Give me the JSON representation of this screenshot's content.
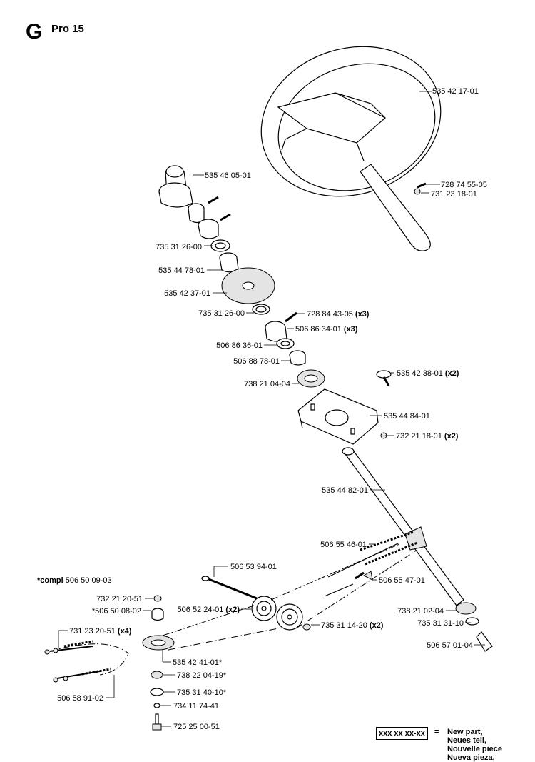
{
  "header": {
    "letter": "G",
    "model": "Pro 15"
  },
  "compl": {
    "prefix": "*compl",
    "number": "506 50 09-03"
  },
  "labels": [
    {
      "id": "steering-wheel",
      "number": "535 42 17-01",
      "qty": ""
    },
    {
      "id": "cap-nut-top",
      "number": "535 46 05-01",
      "qty": ""
    },
    {
      "id": "bolt-wheel",
      "number": "728 74 55-05",
      "qty": ""
    },
    {
      "id": "nut-wheel",
      "number": "731 23 18-01",
      "qty": ""
    },
    {
      "id": "ring-upper",
      "number": "735 31 26-00",
      "qty": ""
    },
    {
      "id": "spacer-upper",
      "number": "535 44 78-01",
      "qty": ""
    },
    {
      "id": "cone-washer",
      "number": "535 42 37-01",
      "qty": ""
    },
    {
      "id": "ring-lower",
      "number": "735 31 26-00",
      "qty": ""
    },
    {
      "id": "screw-x3",
      "number": "728 84 43-05",
      "qty": "(x3)"
    },
    {
      "id": "bushing-x3",
      "number": "506 86 34-01",
      "qty": "(x3)"
    },
    {
      "id": "spacer-mid",
      "number": "506 86 36-01",
      "qty": ""
    },
    {
      "id": "bushing-mid",
      "number": "506 88 78-01",
      "qty": ""
    },
    {
      "id": "bearing-upper",
      "number": "738 21 04-04",
      "qty": ""
    },
    {
      "id": "carriage-bolt",
      "number": "535 42 38-01",
      "qty": "(x2)"
    },
    {
      "id": "bracket",
      "number": "535 44 84-01",
      "qty": ""
    },
    {
      "id": "nut-bracket",
      "number": "732 21 18-01",
      "qty": "(x2)"
    },
    {
      "id": "shaft",
      "number": "535 44 82-01",
      "qty": ""
    },
    {
      "id": "cable-a",
      "number": "506 55 46-01",
      "qty": ""
    },
    {
      "id": "pin-rod",
      "number": "506 53 94-01",
      "qty": ""
    },
    {
      "id": "cable-b",
      "number": "506 55 47-01",
      "qty": ""
    },
    {
      "id": "nut-compl",
      "number": "732 21 20-51",
      "qty": ""
    },
    {
      "id": "spacer-compl",
      "number": "*506 50 08-02",
      "qty": ""
    },
    {
      "id": "pulley",
      "number": "506 52 24-01",
      "qty": "(x2)"
    },
    {
      "id": "bearing-lower",
      "number": "738 21 02-04",
      "qty": ""
    },
    {
      "id": "ring-pulley",
      "number": "735 31 14-20",
      "qty": "(x2)"
    },
    {
      "id": "ring-shaft",
      "number": "735 31 31-10",
      "qty": ""
    },
    {
      "id": "cable-nuts",
      "number": "731 23 20-51",
      "qty": "(x4)"
    },
    {
      "id": "bolt-shaft",
      "number": "506 57 01-04",
      "qty": ""
    },
    {
      "id": "plate-compl",
      "number": "535 42 41-01*",
      "qty": ""
    },
    {
      "id": "bearing-compl",
      "number": "738 22 04-19*",
      "qty": ""
    },
    {
      "id": "cable-end",
      "number": "506 58 91-02",
      "qty": ""
    },
    {
      "id": "ring-compl",
      "number": "735 31 40-10*",
      "qty": ""
    },
    {
      "id": "washer-compl",
      "number": "734 11 74-41",
      "qty": ""
    },
    {
      "id": "bolt-compl",
      "number": "725 25 00-51",
      "qty": ""
    }
  ],
  "legend": {
    "box": "xxx xx xx-xx",
    "eq": "=",
    "lines": [
      "New part,",
      "Neues teil,",
      "Nouvelle piece",
      "Nueva pieza,"
    ]
  }
}
